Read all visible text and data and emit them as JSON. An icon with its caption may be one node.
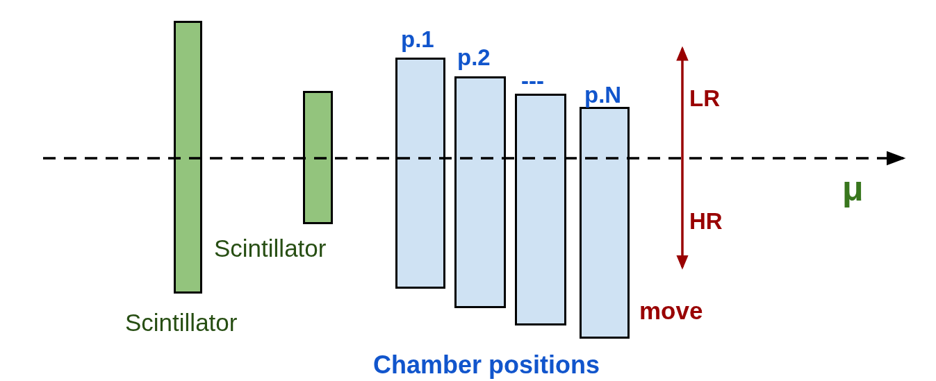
{
  "diagram": {
    "nodes": [
      {
        "text": [],
        "shape": "bar",
        "beside": [
          "Scintillator"
        ]
      },
      {
        "text": [],
        "shape": "bar",
        "beside": [
          "Scintillator"
        ]
      },
      {
        "text": [
          "p.1"
        ]
      },
      {
        "text": [
          "p.2"
        ]
      },
      {
        "text": [
          "---"
        ]
      },
      {
        "text": [
          "p.N"
        ]
      }
    ],
    "labels": [
      "LR",
      "μ",
      "HR",
      "move",
      "Chamber positions"
    ]
  }
}
